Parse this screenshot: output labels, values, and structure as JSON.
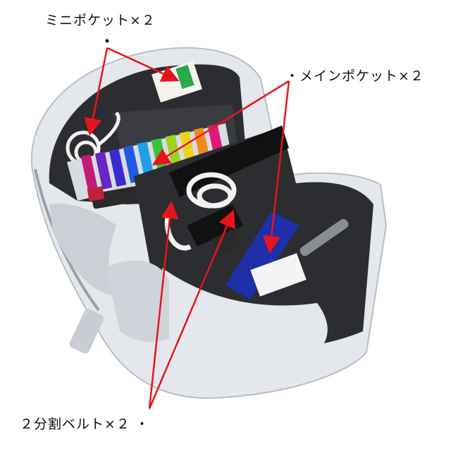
{
  "callouts": {
    "mini_pocket": "ミニポケット×２",
    "main_pocket": "・メインポケット×２",
    "split_belt": "２分割ベルト×２ ・"
  },
  "colors": {
    "pouch_shell": "#e4e7ec",
    "pouch_lining": "#2b2d31",
    "arrow": "#e8141c",
    "sticky_notes": [
      "#c21b7a",
      "#6a25c4",
      "#3a2bd0",
      "#1f5be0",
      "#1fa0e6",
      "#35c43a",
      "#9ad41c",
      "#f0d21a",
      "#f08a18",
      "#e8282a",
      "#e0187a"
    ]
  },
  "icons": [
    "ink-eraser-icon",
    "stapler-icon",
    "marker-pen-icon",
    "usb-cable-icon",
    "earphone-cable-icon"
  ]
}
